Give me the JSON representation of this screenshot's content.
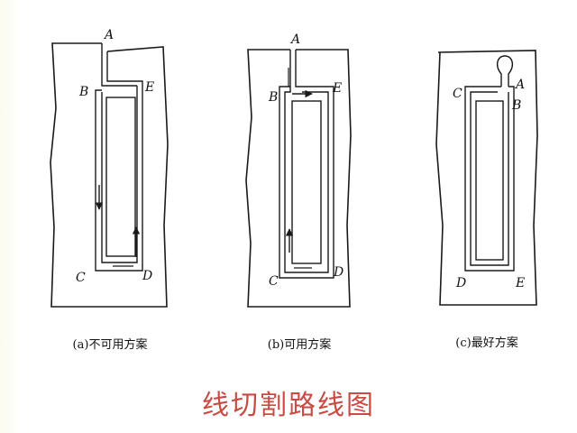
{
  "title": "线切割路线图",
  "colors": {
    "title": "#c84b44",
    "line": "#1a1a1a"
  },
  "panels": [
    {
      "caption": "(a)不可用方案",
      "labels": {
        "A": "A",
        "B": "B",
        "C": "C",
        "D": "D",
        "E": "E"
      }
    },
    {
      "caption": "(b)可用方案",
      "labels": {
        "A": "A",
        "B": "B",
        "C": "C",
        "D": "D",
        "E": "E"
      }
    },
    {
      "caption": "(c)最好方案",
      "labels": {
        "A": "A",
        "B": "B",
        "C": "C",
        "D": "D",
        "E": "E"
      }
    }
  ]
}
